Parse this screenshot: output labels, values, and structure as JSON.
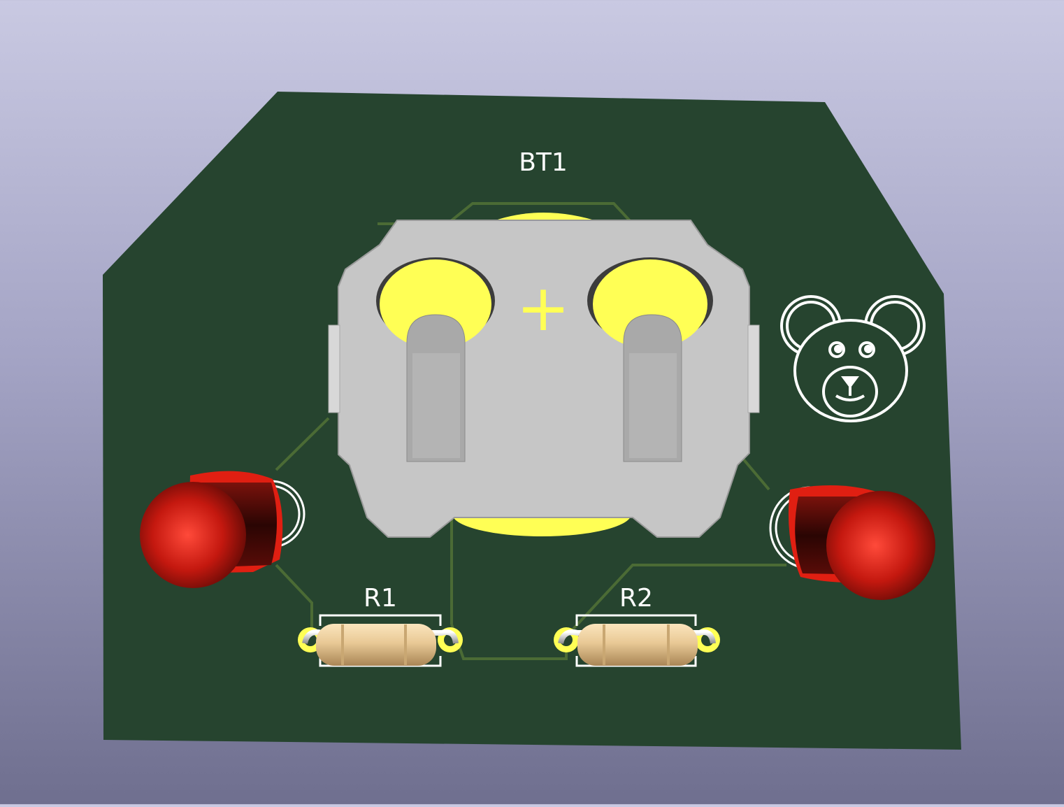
{
  "viewer": {
    "background_top": "#c9c9e2",
    "background_bottom": "#6f6f8f"
  },
  "board": {
    "soldermask_color": "#26442f",
    "trace_color": "#4b6b35",
    "pad_color": "#ffff55",
    "silkscreen_color": "#ffffff"
  },
  "components": {
    "battery": {
      "reference": "BT1",
      "polarity_mark": "+"
    },
    "resistor_1": {
      "reference": "R1"
    },
    "resistor_2": {
      "reference": "R2"
    },
    "led_left": {
      "body_color": "#c4180f"
    },
    "led_right": {
      "body_color": "#c4180f"
    },
    "logo": {
      "icon": "teddy-bear-icon"
    }
  }
}
